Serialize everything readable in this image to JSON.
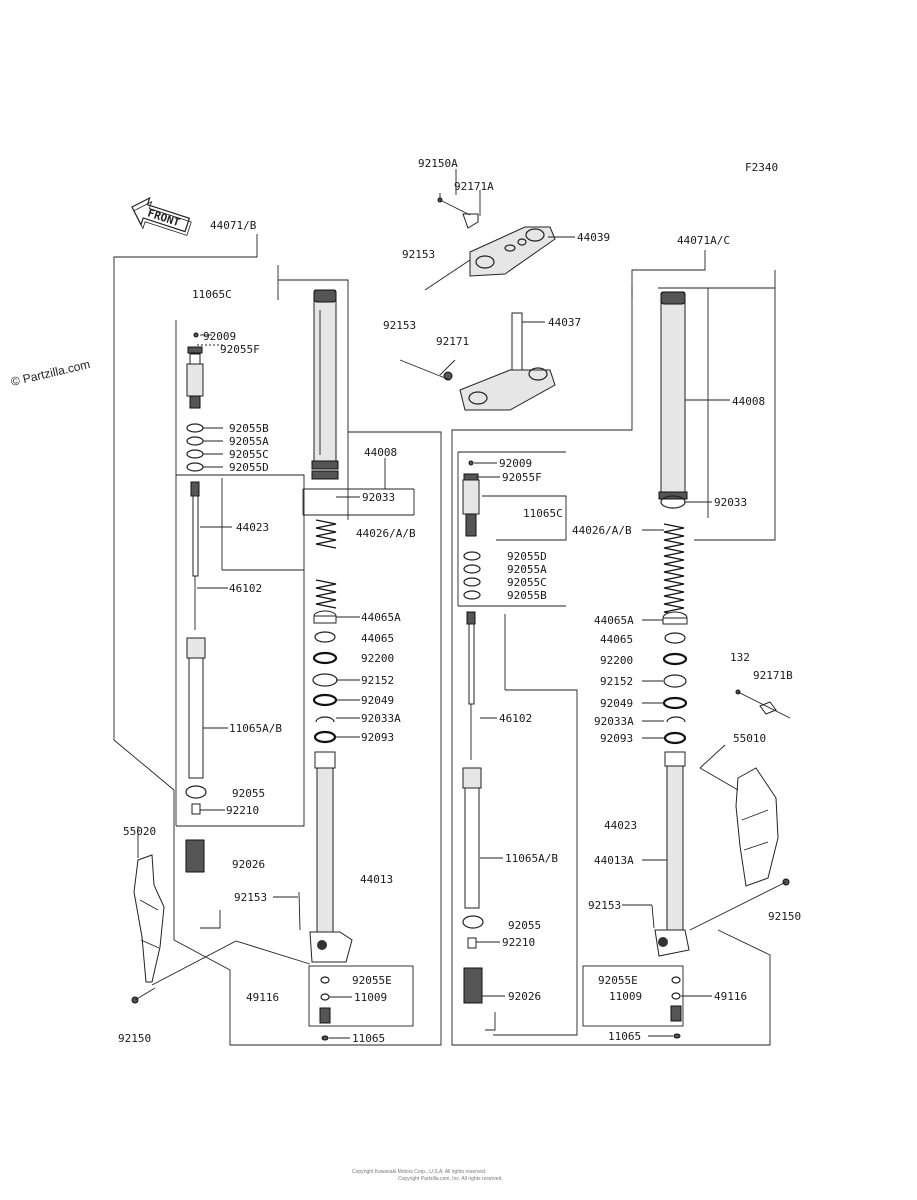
{
  "figure_code": "F2340",
  "watermark": "© Partzilla.com",
  "front_arrow": "FRONT",
  "copyright_line1": "Copyright Kawasaki Motors Corp., U.S.A. All rights reserved.",
  "copyright_line2": "Copyright Partzilla.com, Inc. All rights reserved.",
  "labels": {
    "l44071b": "44071/B",
    "l11065c_left": "11065C",
    "l92009_left": "92009",
    "l92055f_left": "92055F",
    "l92055b_left": "92055B",
    "l92055a_left": "92055A",
    "l92055c_left": "92055C",
    "l92055d_left": "92055D",
    "l44023_left": "44023",
    "l46102_left": "46102",
    "l11065ab_left": "11065A/B",
    "l92055_left": "92055",
    "l92210_left": "92210",
    "l92026_left": "92026",
    "l55020": "55020",
    "l92150_left": "92150",
    "l44008_left": "44008",
    "l92033_left": "92033",
    "l44026ab_left": "44026/A/B",
    "l44065a_left": "44065A",
    "l44065_left": "44065",
    "l92200_left": "92200",
    "l92152_left": "92152",
    "l92049_left": "92049",
    "l92033a_left": "92033A",
    "l92093_left": "92093",
    "l44013": "44013",
    "l92153_leftfork": "92153",
    "l92055e_left": "92055E",
    "l49116_left": "49116",
    "l11009_left": "11009",
    "l11065_left": "11065",
    "l92150a": "92150A",
    "l92171a": "92171A",
    "l92153_top1": "92153",
    "l44039": "44039",
    "l92153_top2": "92153",
    "l44037": "44037",
    "l92171": "92171",
    "l44071ac": "44071A/C",
    "l44008_right": "44008",
    "l92033_right": "92033",
    "l44026ab_right": "44026/A/B",
    "l92009_right": "92009",
    "l92055f_right": "92055F",
    "l11065c_right": "11065C",
    "l92055d_right": "92055D",
    "l92055a_right": "92055A",
    "l92055c_right": "92055C",
    "l92055b_right": "92055B",
    "l46102_right": "46102",
    "l44065a_right": "44065A",
    "l44065_right": "44065",
    "l92200_right": "92200",
    "l92152_right": "92152",
    "l92049_right": "92049",
    "l92033a_right": "92033A",
    "l92093_right": "92093",
    "l44023_right": "44023",
    "l11065ab_right": "11065A/B",
    "l44013a": "44013A",
    "l92055_right": "92055",
    "l92210_right": "92210",
    "l92153_rightfork": "92153",
    "l92026_right": "92026",
    "l92055e_right": "92055E",
    "l11009_right": "11009",
    "l49116_right": "49116",
    "l11065_right": "11065",
    "l132": "132",
    "l92171b": "92171B",
    "l55010": "55010",
    "l92150_right": "92150"
  }
}
